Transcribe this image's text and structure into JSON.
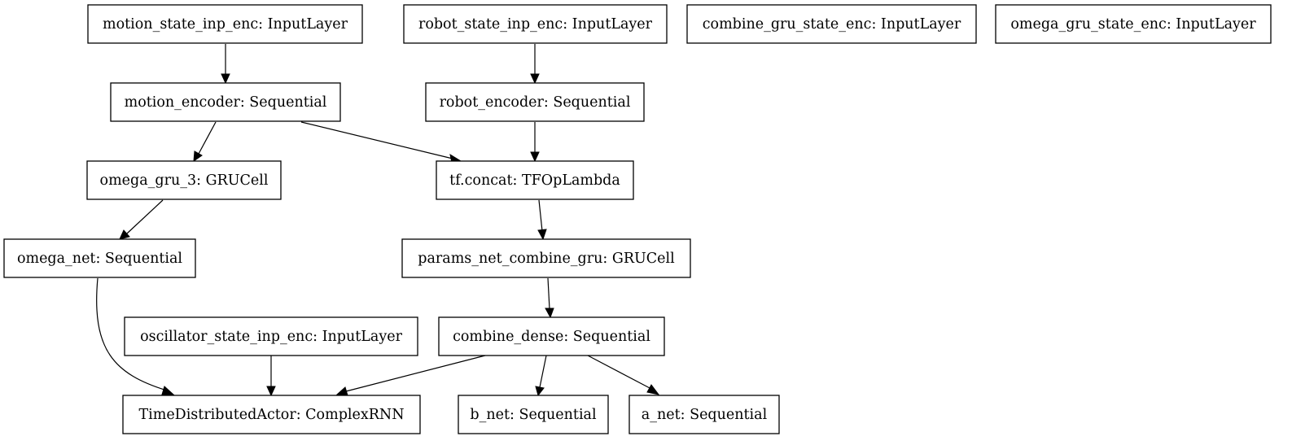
{
  "diagram": {
    "nodes": {
      "motion_state_inp_enc": "motion_state_inp_enc: InputLayer",
      "robot_state_inp_enc": "robot_state_inp_enc: InputLayer",
      "combine_gru_state_enc": "combine_gru_state_enc: InputLayer",
      "omega_gru_state_enc": "omega_gru_state_enc: InputLayer",
      "motion_encoder": "motion_encoder: Sequential",
      "robot_encoder": "robot_encoder: Sequential",
      "omega_gru_3": "omega_gru_3: GRUCell",
      "tf_concat": "tf.concat: TFOpLambda",
      "omega_net": "omega_net: Sequential",
      "params_net_combine_gru": "params_net_combine_gru: GRUCell",
      "oscillator_state_inp_enc": "oscillator_state_inp_enc: InputLayer",
      "combine_dense": "combine_dense: Sequential",
      "time_distributed_actor": "TimeDistributedActor: ComplexRNN",
      "b_net": "b_net: Sequential",
      "a_net": "a_net: Sequential"
    },
    "edges": [
      [
        "motion_state_inp_enc",
        "motion_encoder"
      ],
      [
        "robot_state_inp_enc",
        "robot_encoder"
      ],
      [
        "motion_encoder",
        "omega_gru_3"
      ],
      [
        "motion_encoder",
        "tf_concat"
      ],
      [
        "robot_encoder",
        "tf_concat"
      ],
      [
        "omega_gru_3",
        "omega_net"
      ],
      [
        "tf_concat",
        "params_net_combine_gru"
      ],
      [
        "params_net_combine_gru",
        "combine_dense"
      ],
      [
        "omega_net",
        "time_distributed_actor"
      ],
      [
        "oscillator_state_inp_enc",
        "time_distributed_actor"
      ],
      [
        "combine_dense",
        "time_distributed_actor"
      ],
      [
        "combine_dense",
        "b_net"
      ],
      [
        "combine_dense",
        "a_net"
      ]
    ]
  }
}
